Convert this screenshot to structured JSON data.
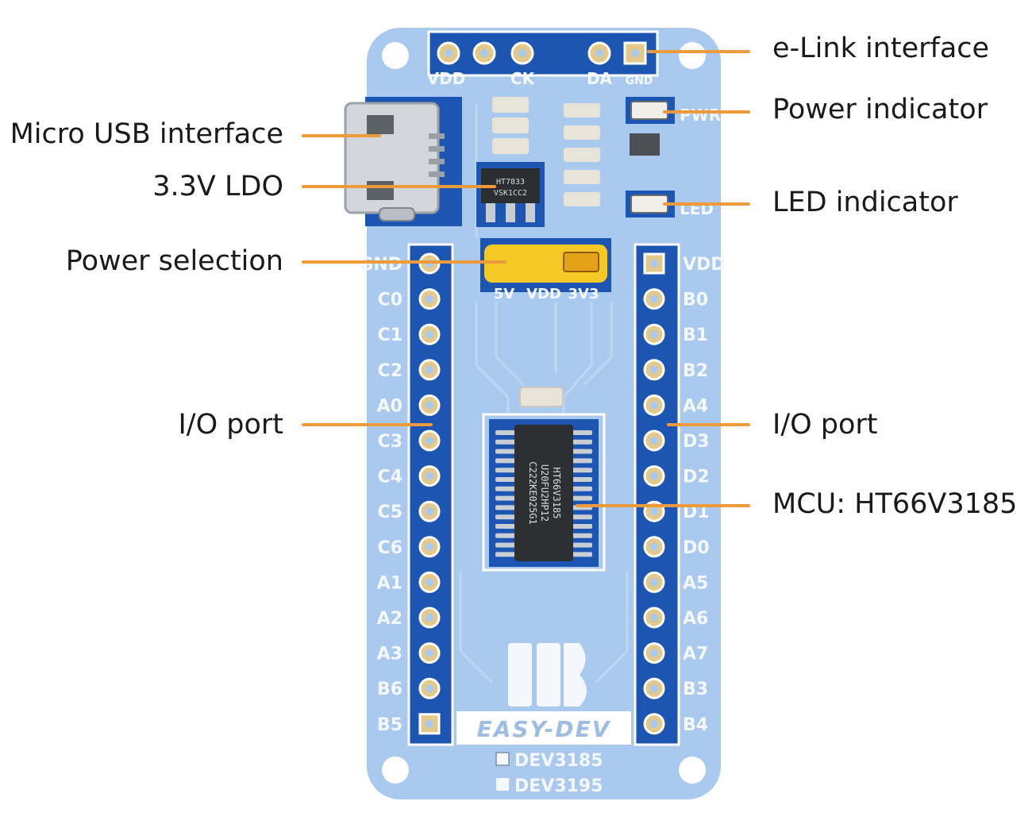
{
  "board": {
    "header_pins": [
      "VDD",
      "CK",
      "DA",
      "GND"
    ],
    "left_pins": [
      "GND",
      "C0",
      "C1",
      "C2",
      "A0",
      "C3",
      "C4",
      "C5",
      "C6",
      "A1",
      "A2",
      "A3",
      "B6",
      "B5"
    ],
    "right_pins": [
      "VDD",
      "B0",
      "B1",
      "B2",
      "A4",
      "D3",
      "D2",
      "D1",
      "D0",
      "A5",
      "A6",
      "A7",
      "B3",
      "B4"
    ],
    "jumper_labels": [
      "5V",
      "VDD",
      "3V3"
    ],
    "ldo_marking": [
      "HT7833",
      "VSK1CC2"
    ],
    "mcu_marking": [
      "HT66V3185",
      "U20FU2HP12",
      "C222KE025G1"
    ],
    "smd_labels": {
      "pwr": "PWR",
      "led": "LED"
    },
    "brand": "EASY-DEV",
    "variants": [
      "DEV3185",
      "DEV3195"
    ]
  },
  "callouts": {
    "elink": "e-Link interface",
    "power_indicator": "Power indicator",
    "micro_usb": "Micro USB interface",
    "ldo": "3.3V LDO",
    "led_indicator": "LED indicator",
    "power_selection": "Power selection",
    "io_left": "I/O port",
    "io_right": "I/O port",
    "mcu": "MCU: HT66V3185"
  },
  "colors": {
    "pcb": "#a9c9ee",
    "pcb_trace": "#bcd6f3",
    "header_blue": "#1d55b3",
    "leader_orange": "#ec9a3c",
    "jumper_yellow": "#f5c925"
  }
}
